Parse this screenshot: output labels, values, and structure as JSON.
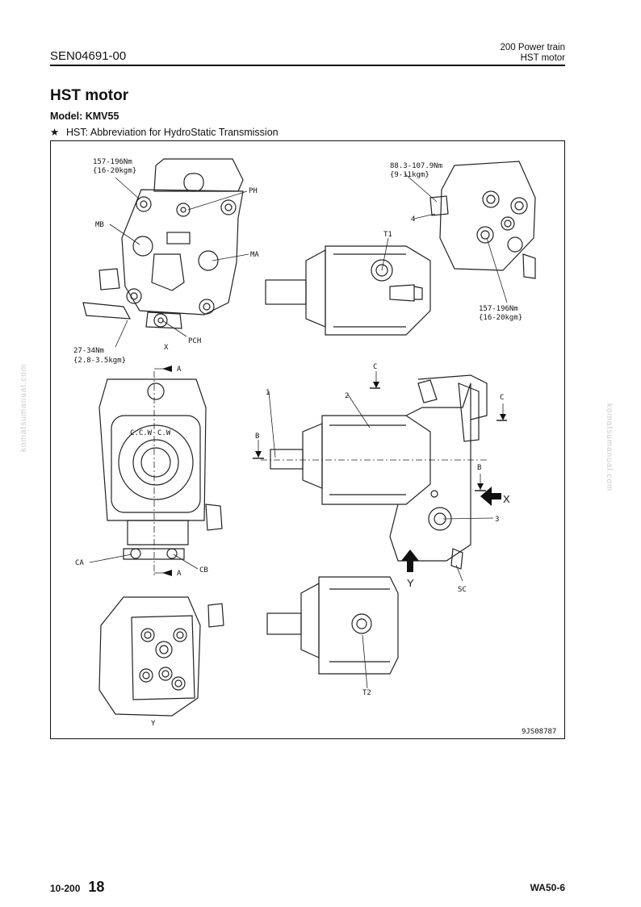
{
  "header": {
    "doc_id": "SEN04691-00",
    "section": "200 Power train",
    "subsection": "HST motor"
  },
  "title": "HST motor",
  "model": "Model: KMV55",
  "note": {
    "symbol": "★",
    "text": "HST: Abbreviation for HydroStatic Transmission"
  },
  "figure": {
    "labels": {
      "torque_top_left": "157-196Nm",
      "torque_top_left_kgm": "{16-20kgm}",
      "ph": "PH",
      "mb": "MB",
      "ma": "MA",
      "pch": "PCH",
      "torque_pch": "27-34Nm",
      "torque_pch_kgm": "{2.8-3.5kgm}",
      "x_view": "X",
      "torque_top_right": "88.3-107.9Nm",
      "torque_top_right_kgm": "{9-11kgm}",
      "item4": "4",
      "torque_right": "157-196Nm",
      "torque_right_kgm": "{16-20kgm}",
      "t1": "T1",
      "a_top": "A",
      "a_bottom": "A",
      "ccw": "C.C.W",
      "cw": "C.W",
      "ca": "CA",
      "cb": "CB",
      "c_left": "C",
      "c_right": "C",
      "item1": "1",
      "item2": "2",
      "item3": "3",
      "b_left": "B",
      "b_right": "B",
      "x_arrow": "X",
      "y_arrow": "Y",
      "sc": "SC",
      "y_view": "Y",
      "t2": "T2",
      "fig_no": "9JS08787"
    }
  },
  "watermark": "komatsumanual.com",
  "footer": {
    "section_no": "10-200",
    "page_no": "18",
    "machine": "WA50-6"
  }
}
